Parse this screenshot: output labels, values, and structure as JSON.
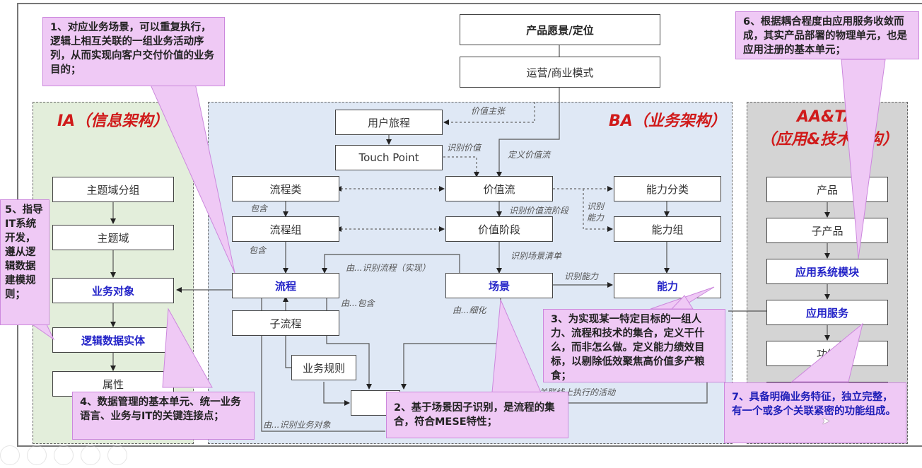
{
  "zones": {
    "ia": {
      "title": "IA（信息架构）"
    },
    "ba": {
      "title": "BA（业务架构）"
    },
    "aa": {
      "title_line1": "AA&TA",
      "title_line2": "（应用&技术架构）"
    }
  },
  "top": {
    "vision": "产品愿景/定位",
    "business_model": "运营/商业模式"
  },
  "ia_boxes": [
    "主题域分组",
    "主题域",
    "业务对象",
    "逻辑数据实体",
    "属性"
  ],
  "ba_boxes": {
    "user_journey": "用户旅程",
    "touch_point": "Touch Point",
    "process_category": "流程类",
    "process_group": "流程组",
    "process": "流程",
    "sub_process": "子流程",
    "business_rule": "业务规则",
    "activity": "",
    "value_stream": "价值流",
    "value_stage": "价值阶段",
    "scenario": "场景",
    "capability_category": "能力分类",
    "capability_group": "能力组",
    "capability": "能力"
  },
  "aa_boxes": [
    "产品",
    "子产品",
    "应用系统模块",
    "应用服务",
    "功能"
  ],
  "link_labels": {
    "value_proposition": "价值主张",
    "identify_value": "识别价值",
    "define_value_stream": "定义价值流",
    "contains_1": "包含",
    "contains_2": "包含",
    "identify_value_stage": "识别价值流阶段",
    "identify_capability_line1": "识别",
    "identify_capability_line2": "能力",
    "identify_scenario_list": "识别场景清单",
    "identify_capability": "识别能力",
    "identify_process": "由...识别流程（实现）",
    "by_contains": "由...包含",
    "by_refine": "由...细化",
    "identify_business_object": "由...识别业务对象",
    "activity_note": "关联线上执行的活动"
  },
  "callouts": {
    "c1": "1、对应业务场景，可以重复执行，逻辑上相互关联的一组业务活动序列，从而实现向客户交付价值的业务目的；",
    "c2": "2、基于场景因子识别，是流程的集合，符合MESE特性；",
    "c3": "3、为实现某一特定目标的一组人力、流程和技术的集合，定义干什么，而非怎么做。定义能力绩效目标，以剔除低效聚焦高价值多产粮食；",
    "c4": "4、数据管理的基本单元、统一业务语言、业务与IT的关键连接点；",
    "c5": "5、指导IT系统开发，遵从逻辑数据建模规则；",
    "c6": "6、根据耦合程度由应用服务收敛而成，其实产品部署的物理单元，也是应用注册的基本单元；",
    "c7": "7、具备明确业务特征，独立完整，有一个或多个关联紧密的功能组成。"
  },
  "colors": {
    "callout_bg": "#efc9f5",
    "highlight_text": "#2323c8",
    "zone_title": "#d01a1a",
    "ia_bg": "#e3eedb",
    "ba_bg": "#dfe8f5",
    "aa_bg": "#d4d4d4"
  }
}
